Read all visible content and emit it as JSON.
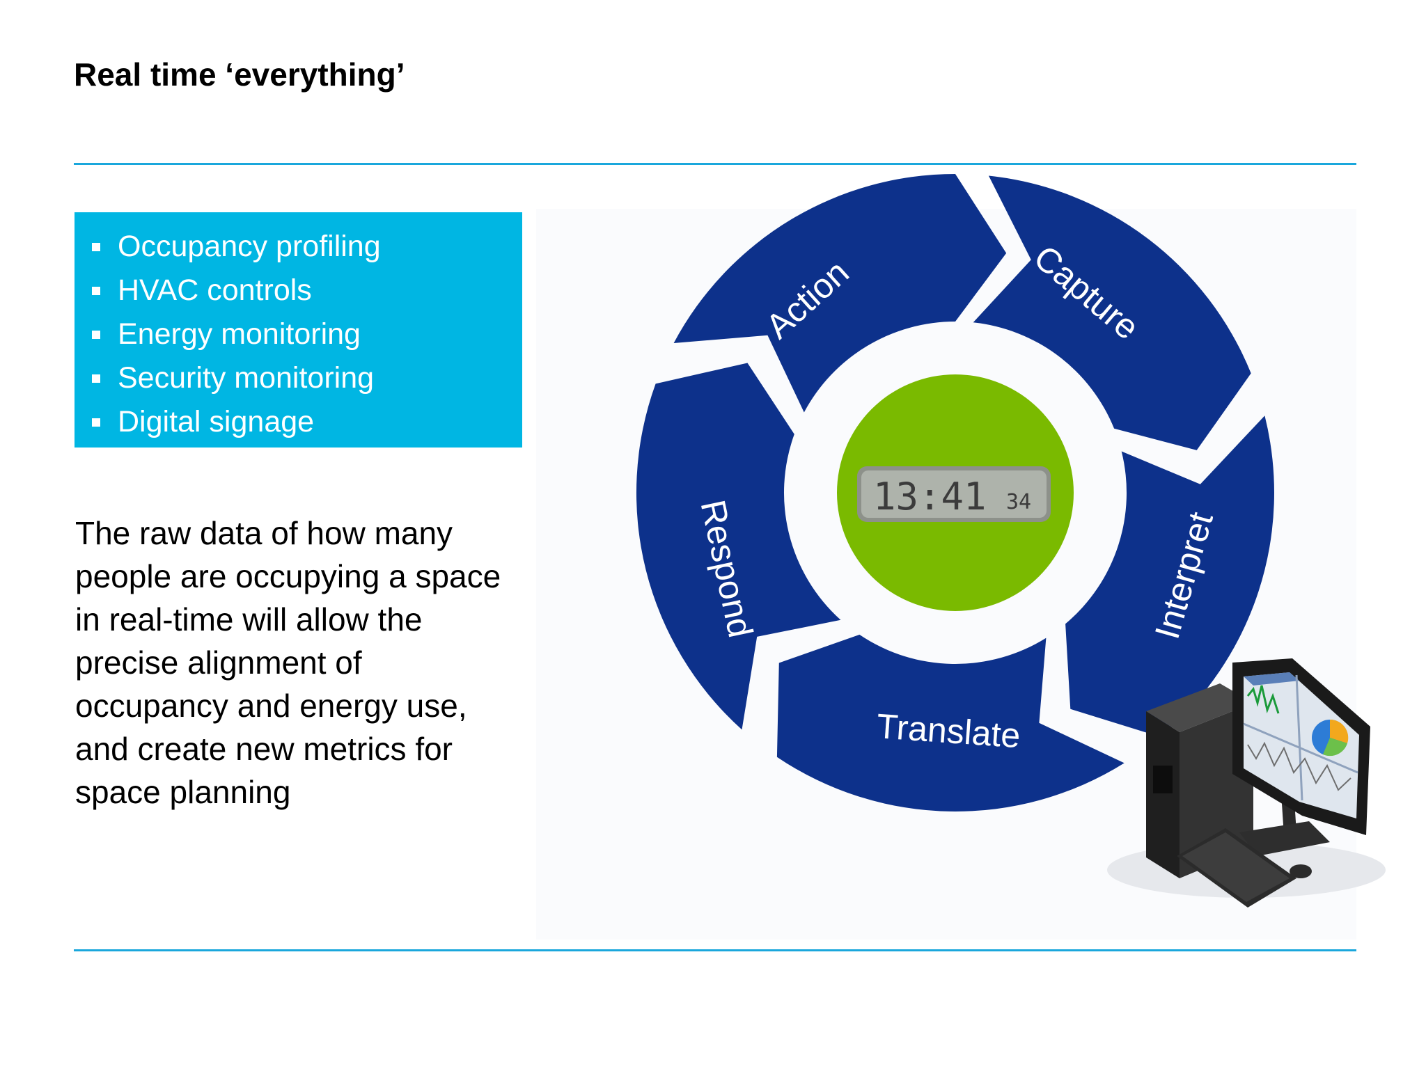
{
  "slide": {
    "title": "Real time ‘everything’"
  },
  "bullets": [
    "Occupancy profiling",
    "HVAC controls",
    "Energy monitoring",
    "Security monitoring",
    "Digital signage"
  ],
  "body_lines": [
    "The raw data of how many",
    "people are occupying a space",
    "in real-time will allow the",
    "precise alignment of",
    "occupancy and energy use,",
    "and create new metrics for",
    "space planning"
  ],
  "cycle": {
    "segments": [
      "Capture",
      "Interpret",
      "Translate",
      "Respond",
      "Action"
    ],
    "clock_main": "13:41",
    "clock_seconds": "34"
  },
  "colors": {
    "rule": "#1aa7dc",
    "bullet_box": "#00b6e3",
    "segment": "#0d318b",
    "hub": "#7aba00",
    "lcd": "#a9aea6"
  },
  "icons": {
    "computer": "desktop-computer-icon"
  }
}
